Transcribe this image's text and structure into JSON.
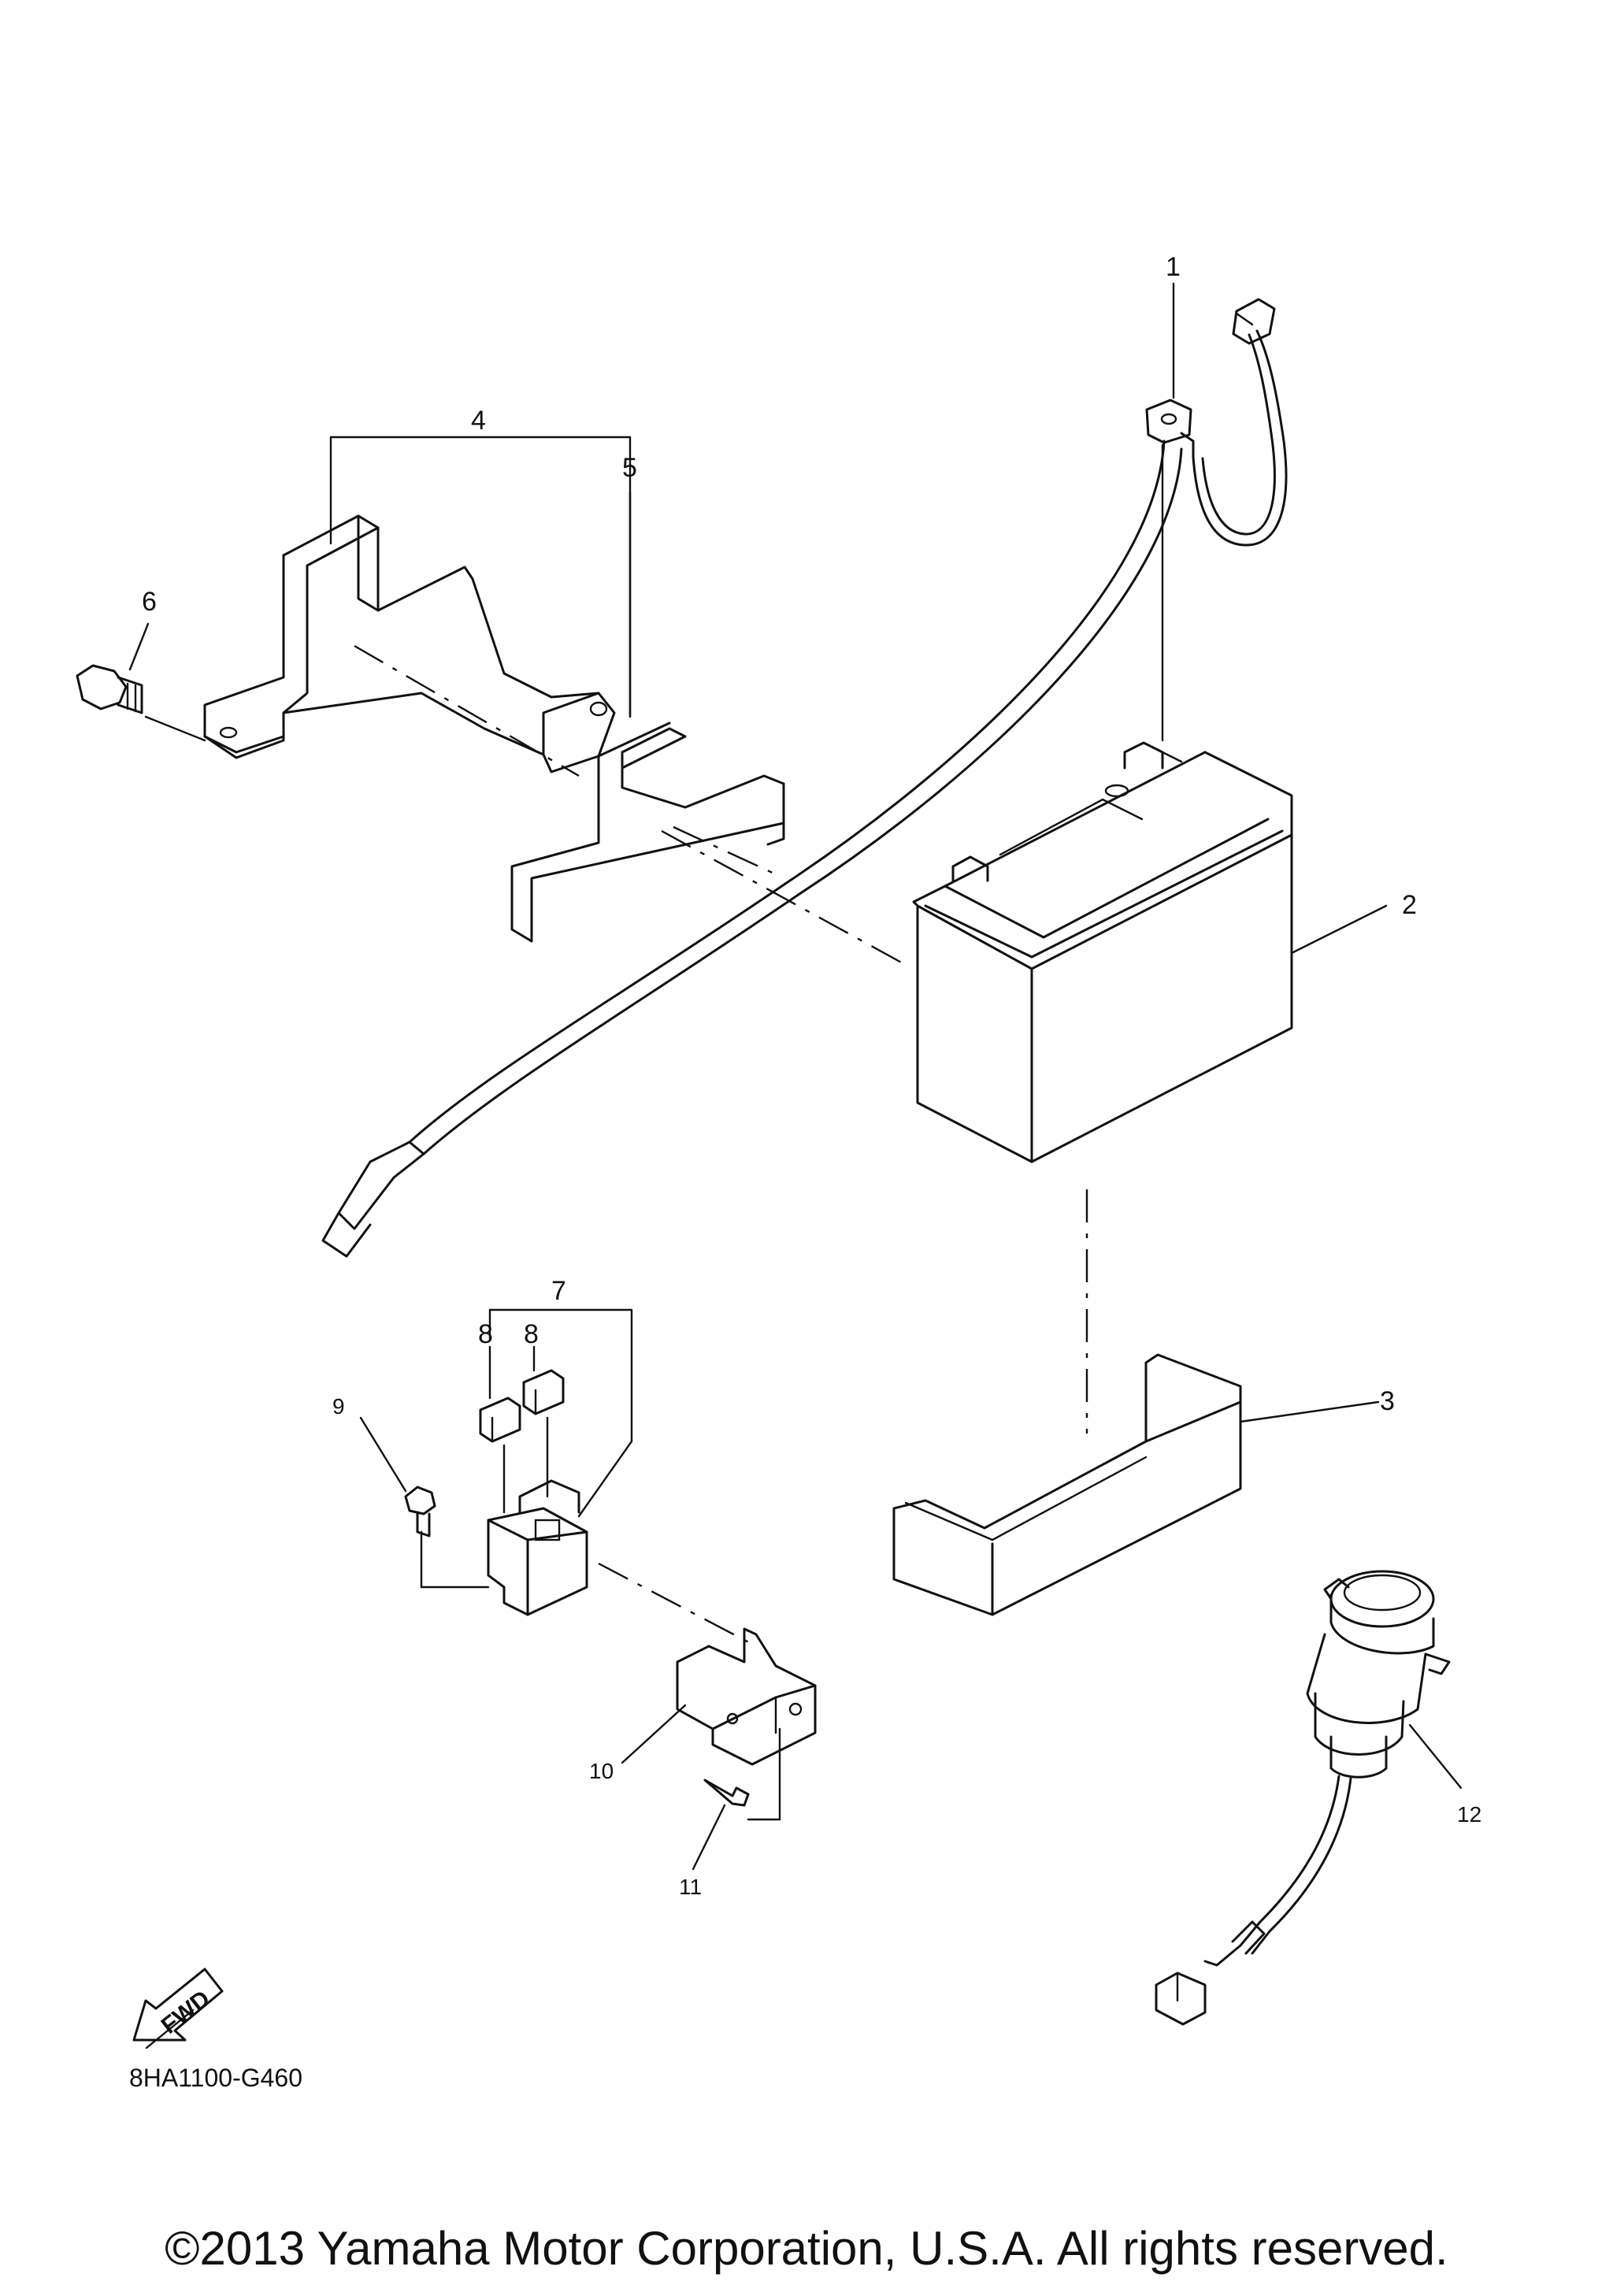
{
  "callouts": {
    "c1": "1",
    "c2": "2",
    "c3": "3",
    "c4": "4",
    "c5": "5",
    "c6": "6",
    "c7": "7",
    "c8a": "8",
    "c8b": "8",
    "c9": "9",
    "c10": "10",
    "c11": "11",
    "c12": "12"
  },
  "direction_marker": "FWD",
  "diagram_code": "8HA1100-G460",
  "copyright": "©2013 Yamaha Motor Corporation, U.S.A. All rights reserved."
}
